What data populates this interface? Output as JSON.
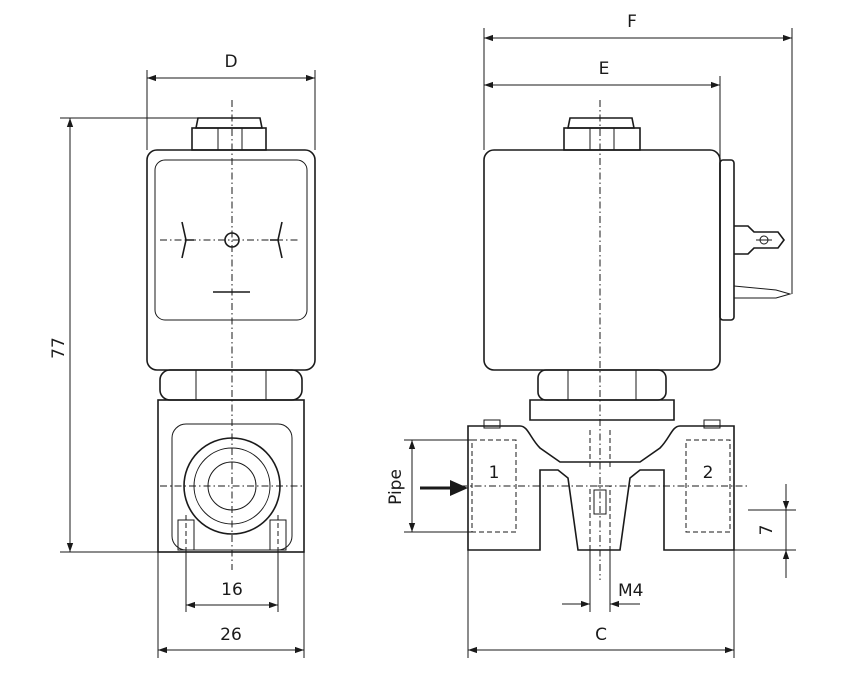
{
  "labels": {
    "dim_d": "D",
    "dim_f": "F",
    "dim_e": "E",
    "dim_height": "77",
    "dim_16": "16",
    "dim_26": "26",
    "dim_c": "C",
    "dim_m4": "M4",
    "dim_7": "7",
    "pipe": "Pipe",
    "port_1": "1",
    "port_2": "2"
  }
}
